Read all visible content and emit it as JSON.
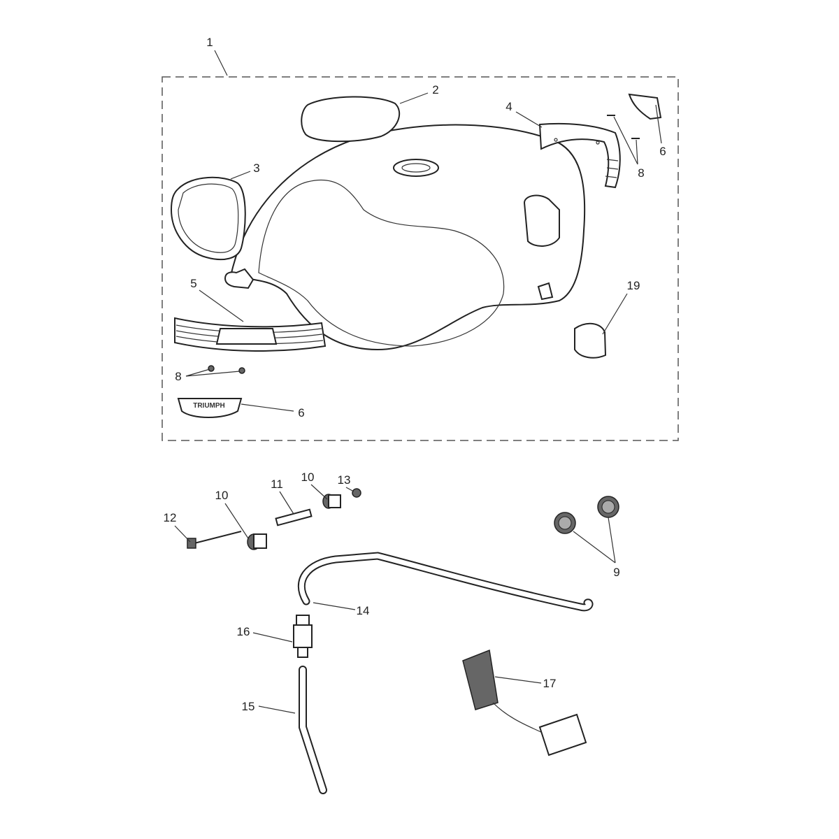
{
  "diagram": {
    "callouts": {
      "c1": "1",
      "c2": "2",
      "c3": "3",
      "c4": "4",
      "c5": "5",
      "c6a": "6",
      "c6b": "6",
      "c8a": "8",
      "c8b": "8",
      "c9": "9",
      "c10a": "10",
      "c10b": "10",
      "c11": "11",
      "c12": "12",
      "c13": "13",
      "c14": "14",
      "c15": "15",
      "c16": "16",
      "c17": "17",
      "c19": "19"
    },
    "emblem_text": "TRIUMPH"
  }
}
